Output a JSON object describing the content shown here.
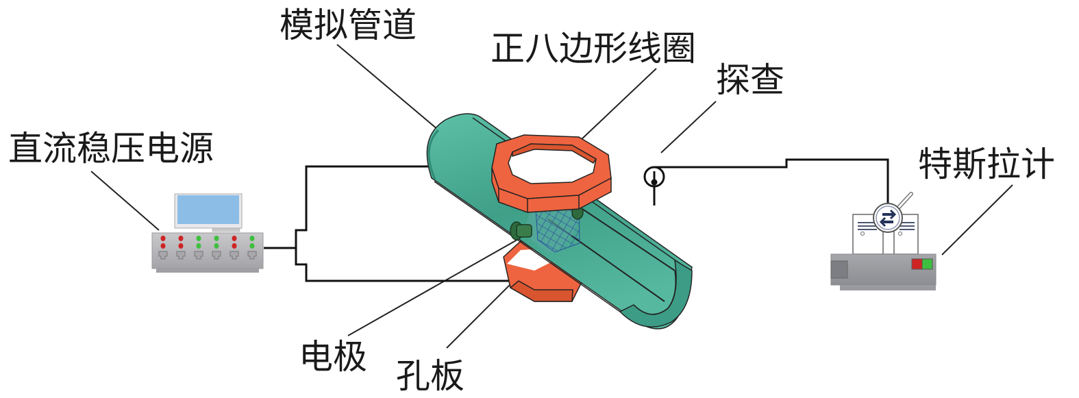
{
  "labels": {
    "simulated_pipe": "模拟管道",
    "octagon_coil": "正八边形线圈",
    "probe": "探查",
    "dc_power_supply": "直流稳压电源",
    "teslameter": "特斯拉计",
    "electrode": "电极",
    "orifice_plate": "孔板"
  },
  "colors": {
    "pipe": "#4fb39a",
    "pipe_dark": "#2f8a76",
    "coil": "#ee6440",
    "coil_dark": "#c94d2f",
    "electrode": "#2e6a3e",
    "mesh": "#2a4f9e",
    "screen": "#8cbde6",
    "device": "#b9b9bc",
    "led_red": "#d02424",
    "led_green": "#3fbf3f"
  },
  "power_supply_leds": [
    "red",
    "red",
    "green",
    "green",
    "red",
    "green"
  ]
}
